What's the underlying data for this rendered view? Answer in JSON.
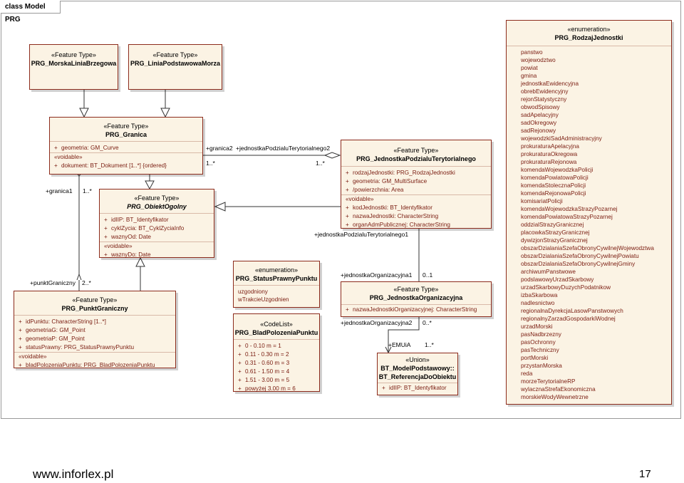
{
  "frame_title": "class Model PRG",
  "classes": {
    "morska": {
      "stereotype": "«Feature Type»",
      "name": "PRG_MorskaLiniaBrzegowa"
    },
    "podstawowa": {
      "stereotype": "«Feature Type»",
      "name": "PRG_LiniaPodstawowaMorza"
    },
    "granica": {
      "stereotype": "«Feature Type»",
      "name": "PRG_Granica",
      "attrs": [
        "geometria: GM_Curve"
      ],
      "voidable_label": "«voidable»",
      "voidable_attrs": [
        "dokument: BT_Dokument [1..*] {ordered}"
      ]
    },
    "obiekt": {
      "stereotype": "«Feature Type»",
      "name": "PRG_ObiektOgolny",
      "attrs": [
        "idIIP: BT_Identyfikator",
        "cyklZycia: BT_CyklZyciaInfo",
        "waznyOd: Date"
      ],
      "voidable_label": "«voidable»",
      "voidable_attrs": [
        "waznyDo: Date"
      ]
    },
    "punkt": {
      "stereotype": "«Feature Type»",
      "name": "PRG_PunktGraniczny",
      "attrs": [
        "idPunktu: CharacterString [1..*]",
        "geometriaG: GM_Point",
        "geometriaP: GM_Point",
        "statusPrawny: PRG_StatusPrawnyPunktu"
      ],
      "voidable_label": "«voidable»",
      "voidable_attrs": [
        "bladPolozeniaPunktu: PRG_BladPolozeniaPunktu"
      ]
    },
    "jednostka_podzialu": {
      "stereotype": "«Feature Type»",
      "name": "PRG_JednostkaPodzialuTerytorialnego",
      "attrs": [
        "rodzajJednostki: PRG_RodzajJednostki",
        "geometria: GM_MultiSurface",
        "/powierzchnia: Area"
      ],
      "voidable_label": "«voidable»",
      "voidable_attrs": [
        "kodJednostki: BT_Identyfikator",
        "nazwaJednostki: CharacterString",
        "organAdmPublicznej: CharacterString"
      ]
    },
    "status": {
      "stereotype": "«enumeration»",
      "name": "PRG_StatusPrawnyPunktu",
      "literals": [
        "uzgodniony",
        "wTrakcieUzgodnien"
      ]
    },
    "blad": {
      "stereotype": "«CodeList»",
      "name": "PRG_BladPolozeniaPunktu",
      "attrs": [
        "0 - 0.10 m = 1",
        "0.11 - 0.30 m = 2",
        "0.31 - 0.60 m = 3",
        "0.61 - 1.50 m = 4",
        "1.51 - 3.00 m = 5",
        "powyżej 3.00 m = 6"
      ]
    },
    "organizacyjna": {
      "stereotype": "«Feature Type»",
      "name": "PRG_JednostkaOrganizacyjna",
      "attrs": [
        "nazwaJednostkiOrganizacyjnej: CharacterString"
      ]
    },
    "union": {
      "stereotype": "«Union»",
      "name": "BT_ModelPodstawowy::",
      "name2": "BT_ReferencjaDoObiektu",
      "attrs": [
        "idIIP: BT_Identyfikator"
      ]
    },
    "rodzaj": {
      "stereotype": "«enumeration»",
      "name": "PRG_RodzajJednostki",
      "literals": [
        "panstwo",
        "wojewodztwo",
        "powiat",
        "gmina",
        "jednostkaEwidencyjna",
        "obrebEwidencyjny",
        "rejonStatystyczny",
        "obwodSpisowy",
        "sadApelacyjny",
        "sadOkregowy",
        "sadRejonowy",
        "wojewodzkiSadAdministracyjny",
        "prokuraturaApelacyjna",
        "prokuraturaOkregowa",
        "prokuraturaRejonowa",
        "komendaWojewodzkaPolicji",
        "komendaPowiatowaPolicji",
        "komendaStolecznaPolicji",
        "komendaRejonowaPolicji",
        "komisariatPolicji",
        "komendaWojewodzkaStrazyPozarnej",
        "komendaPowiatowaStrazyPozarnej",
        "oddzialStrazyGranicznej",
        "placowkaStrazyGranicznej",
        "dywizjonStrazyGranicznej",
        "obszarDzialaniaSzefaObronyCywilnejWojewodztwa",
        "obszarDzialaniaSzefaObronyCywilnejPowiatu",
        "obszarDzialaniaSzefaObronyCywilnejGminy",
        "archiwumPanstwowe",
        "podslawowyUrzadSkarbowy",
        "urzadSkarbowyDuzychPodatnikow",
        "izbaSkarbowa",
        "nadlesnictwo",
        "regionalnaDyrekcjaLasowPanstwowych",
        "regionalnyZarzadGospodarkiWodnej",
        "urzadMorski",
        "pasNadbrzezny",
        "pasOchronny",
        "pasTechniczny",
        "portMorski",
        "przystanMorska",
        "reda",
        "morzeTerytorialneRP",
        "wylacznaStrefaEkonomiczna",
        "morskieWodyWewnetrzne"
      ]
    }
  },
  "plus": "+",
  "labels": {
    "granica1": "+granica1",
    "granica1_mult": "1..*",
    "punkt_role": "+punktGraniczny",
    "punkt_mult": "2..*",
    "granica2": "+granica2",
    "granica2_mult": "1..*",
    "jednostka_role": "+jednostkaPodzialuTerytorialnego2",
    "jednostka_mult": "1..*",
    "jednostka1_role": "+jednostkaPodzialuTerytorialnego1",
    "org1_role": "+jednostkaOrganizacyjna1",
    "org1_mult": "0..1",
    "org2_role": "+jednostkaOrganizacyjna2",
    "org2_mult": "0..*",
    "emuia_role": "+EMUiA",
    "emuia_mult": "1..*"
  },
  "footer": {
    "url": "www.inforlex.pl",
    "page": "17"
  }
}
